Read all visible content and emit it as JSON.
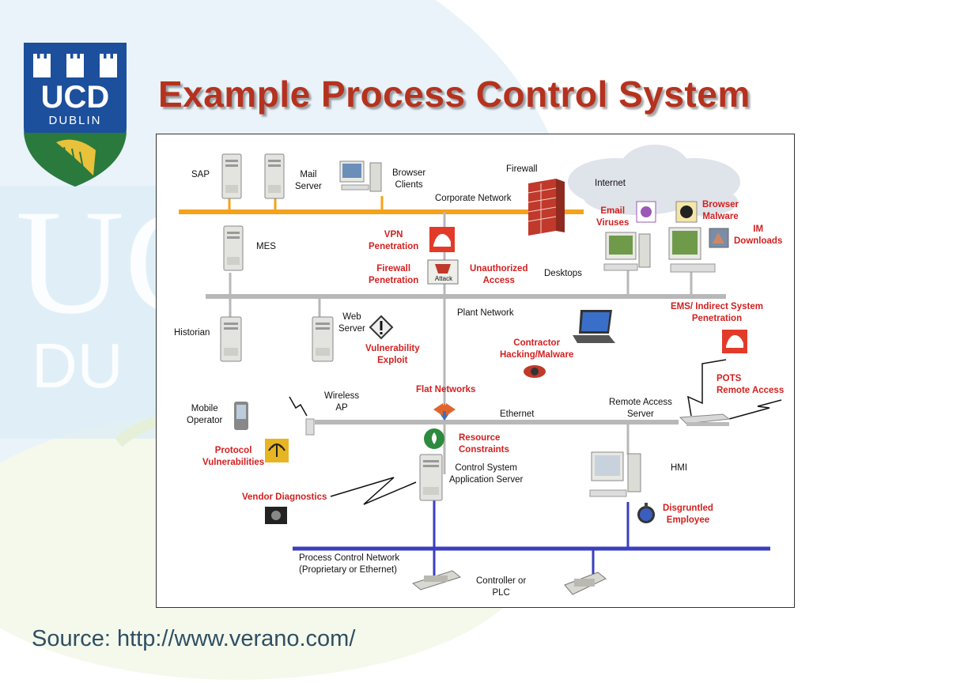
{
  "slide": {
    "title": "Example Process Control System",
    "source": "Source: http://www.verano.com/"
  },
  "logo": {
    "line1": "UCD",
    "line2": "DUBLIN",
    "colors": {
      "shield_blue": "#1c4f9c",
      "harp_green": "#1f6e3a",
      "gold": "#e8c23a"
    }
  },
  "diagram": {
    "networks": {
      "corporate": "Corporate Network",
      "plant": "Plant Network",
      "ethernet": "Ethernet",
      "process_line1": "Process Control Network",
      "process_line2": "(Proprietary or Ethernet)"
    },
    "components": {
      "sap": "SAP",
      "mail_line1": "Mail",
      "mail_line2": "Server",
      "browser_line1": "Browser",
      "browser_line2": "Clients",
      "firewall": "Firewall",
      "internet": "Internet",
      "mes": "MES",
      "desktops": "Desktops",
      "historian": "Historian",
      "web_line1": "Web",
      "web_line2": "Server",
      "wireless_line1": "Wireless",
      "wireless_line2": "AP",
      "mobile_line1": "Mobile",
      "mobile_line2": "Operator",
      "remote_line1": "Remote Access",
      "remote_line2": "Server",
      "cs_line1": "Control System",
      "cs_line2": "Application Server",
      "hmi": "HMI",
      "plc_line1": "Controller  or",
      "plc_line2": "PLC"
    },
    "threats": {
      "email_line1": "Email",
      "email_line2": "Viruses",
      "browser_malware_line1": "Browser",
      "browser_malware_line2": "Malware",
      "im_line1": "IM",
      "im_line2": "Downloads",
      "vpn_line1": "VPN",
      "vpn_line2": "Penetration",
      "fw_pen_line1": "Firewall",
      "fw_pen_line2": "Penetration",
      "unauth_line1": "Unauthorized",
      "unauth_line2": "Access",
      "attack_badge": "Attack",
      "ems_line1": "EMS/ Indirect System",
      "ems_line2": "Penetration",
      "vuln_line1": "Vulnerability",
      "vuln_line2": "Exploit",
      "contractor_line1": "Contractor",
      "contractor_line2": "Hacking/Malware",
      "flat": "Flat Networks",
      "pots_line1": "POTS",
      "pots_line2": "Remote Access",
      "protocol_line1": "Protocol",
      "protocol_line2": "Vulnerabilities",
      "resource_line1": "Resource",
      "resource_line2": "Constraints",
      "vendor": "Vendor Diagnostics",
      "disgruntled_line1": "Disgruntled",
      "disgruntled_line2": "Employee"
    },
    "colors": {
      "corporate_line": "#f5a21b",
      "plant_line": "#b8b8b8",
      "process_line": "#3b3fbf",
      "threat_text": "#d22020",
      "firewall_brick": "#c0392b"
    }
  }
}
